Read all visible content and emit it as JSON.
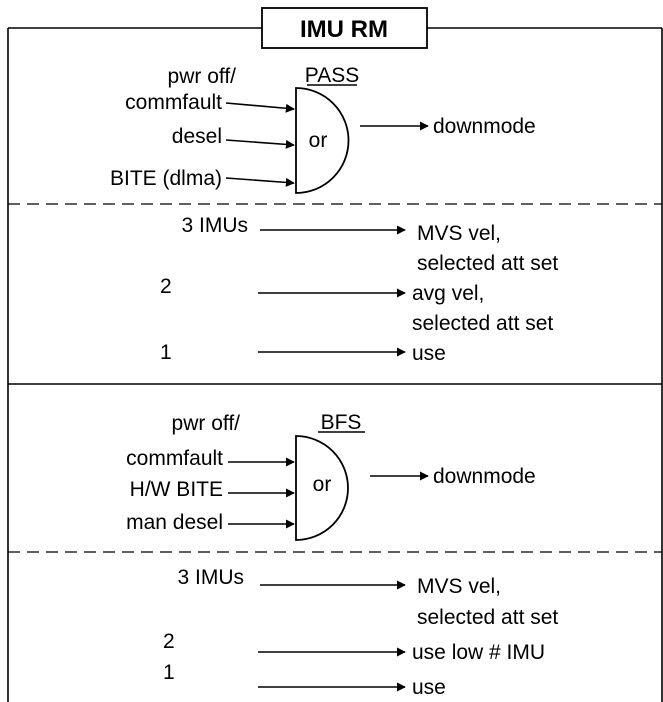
{
  "title": "IMU RM",
  "pass": {
    "label": "PASS",
    "inputs": [
      "pwr off/",
      "commfault",
      "desel",
      "BITE (dlma)"
    ],
    "gate": "or",
    "output": "downmode",
    "votes": [
      {
        "count": "3 IMUs",
        "result1": "MVS vel,",
        "result2": "selected att set"
      },
      {
        "count": "2",
        "result1": "avg vel,",
        "result2": "selected att set"
      },
      {
        "count": "1",
        "result1": "use",
        "result2": ""
      }
    ]
  },
  "bfs": {
    "label": "BFS",
    "inputs": [
      "pwr off/",
      "commfault",
      "H/W BITE",
      "man desel"
    ],
    "gate": "or",
    "output": "downmode",
    "votes": [
      {
        "count": "3 IMUs",
        "result1": "MVS vel,",
        "result2": "selected att set"
      },
      {
        "count": "2",
        "result1": "use low # IMU",
        "result2": ""
      },
      {
        "count": "1",
        "result1": "use",
        "result2": ""
      }
    ]
  }
}
